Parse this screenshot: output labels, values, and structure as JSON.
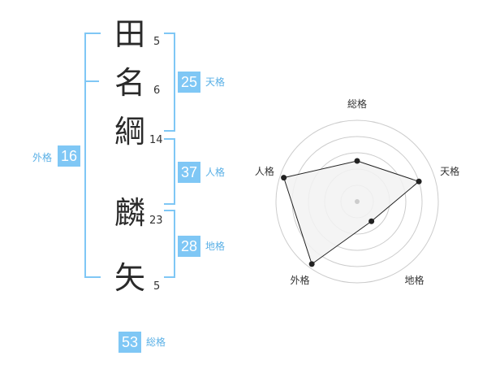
{
  "name": {
    "characters": [
      {
        "char": "田",
        "strokes": "5"
      },
      {
        "char": "名",
        "strokes": "6"
      },
      {
        "char": "綱",
        "strokes": "14"
      },
      {
        "char": "麟",
        "strokes": "23"
      },
      {
        "char": "矢",
        "strokes": "5"
      }
    ]
  },
  "scores": {
    "tenkaku": {
      "value": "25",
      "label": "天格"
    },
    "jinkaku": {
      "value": "37",
      "label": "人格"
    },
    "chikaku": {
      "value": "28",
      "label": "地格"
    },
    "gaikaku": {
      "value": "16",
      "label": "外格"
    },
    "soukaku": {
      "value": "53",
      "label": "総格"
    }
  },
  "radar": {
    "axes": [
      "総格",
      "天格",
      "地格",
      "外格",
      "人格"
    ],
    "levels": [
      0.5,
      0.8,
      0.3,
      0.95,
      0.95
    ],
    "colors": {
      "fill": "#f2f2f2",
      "stroke": "#222222",
      "grid": "#cccccc",
      "accent": "#7fc7f5"
    }
  }
}
